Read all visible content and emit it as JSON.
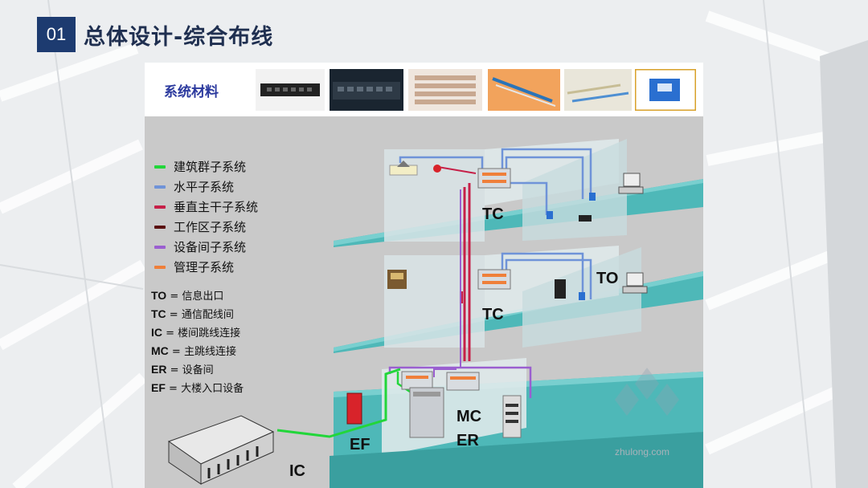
{
  "header": {
    "section_number": "01",
    "title": "总体设计-综合布线"
  },
  "materials": {
    "label": "系统材料",
    "items": [
      "patch-panel",
      "network-switch",
      "cross-connect-block",
      "fiber-cable",
      "twisted-pair-cable",
      "rj45-module"
    ]
  },
  "legend": [
    {
      "label": "建筑群子系统",
      "color": "#22d63a"
    },
    {
      "label": "水平子系统",
      "color": "#6f93d8"
    },
    {
      "label": "垂直主干子系统",
      "color": "#c62048"
    },
    {
      "label": "工作区子系统",
      "color": "#5a1010"
    },
    {
      "label": "设备间子系统",
      "color": "#9a5fd0"
    },
    {
      "label": "管理子系统",
      "color": "#ef7f3a"
    }
  ],
  "abbreviations": [
    {
      "code": "TO",
      "meaning": "信息出口"
    },
    {
      "code": "TC",
      "meaning": "通信配线间"
    },
    {
      "code": "IC",
      "meaning": "楼间跳线连接"
    },
    {
      "code": "MC",
      "meaning": "主跳线连接"
    },
    {
      "code": "ER",
      "meaning": "设备间"
    },
    {
      "code": "EF",
      "meaning": "大楼入口设备"
    }
  ],
  "labels": {
    "tc_top": "TC",
    "tc_mid": "TC",
    "to": "TO",
    "mc": "MC",
    "er": "ER",
    "ef": "EF",
    "ic": "IC"
  },
  "watermark": "zhulong.com"
}
